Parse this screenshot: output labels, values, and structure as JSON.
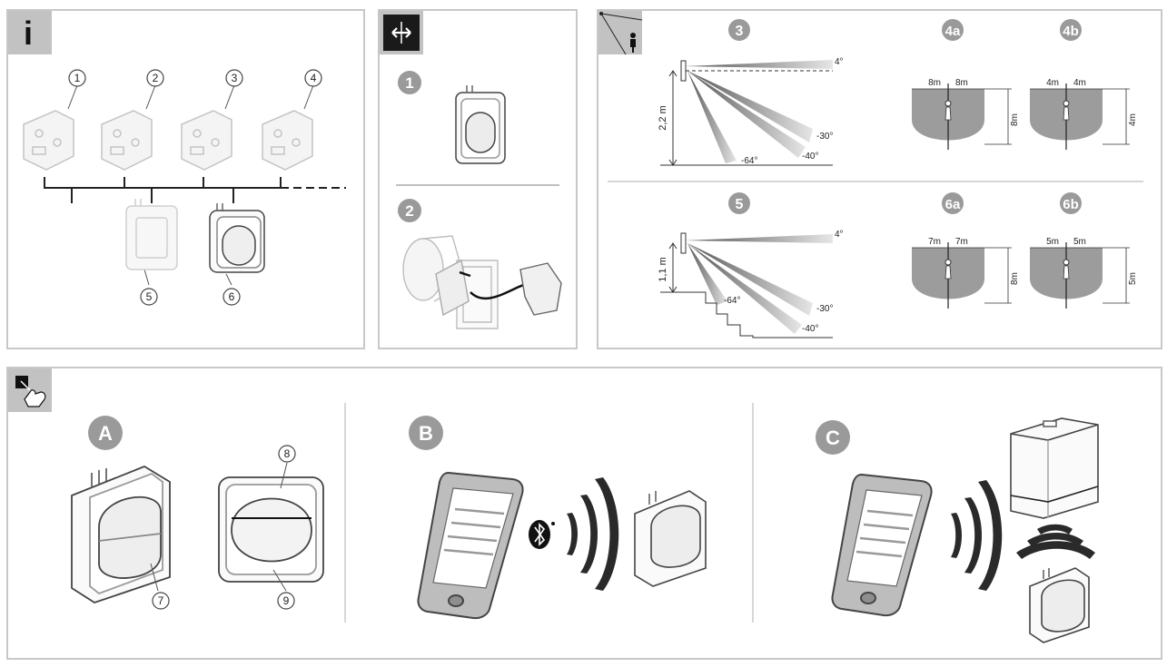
{
  "panel_info": {
    "icon": "info-icon",
    "icon_text": "i",
    "items": [
      "1",
      "2",
      "3",
      "4",
      "5",
      "6"
    ]
  },
  "panel_install": {
    "icon": "double-arrow-icon",
    "steps": [
      "1",
      "2"
    ]
  },
  "panel_detection": {
    "icon": "person-mounting-icon",
    "top": {
      "badge": "3",
      "height_label": "2,2 m",
      "angles": [
        "4°",
        "-30°",
        "-40°",
        "-64°"
      ]
    },
    "bottom": {
      "badge": "5",
      "height_label": "1,1 m",
      "angles": [
        "4°",
        "-30°",
        "-40°",
        "-64°"
      ]
    },
    "zones": [
      {
        "badge": "4a",
        "left": "8m",
        "right": "8m",
        "depth": "8m"
      },
      {
        "badge": "4b",
        "left": "4m",
        "right": "4m",
        "depth": "4m"
      },
      {
        "badge": "6a",
        "left": "7m",
        "right": "7m",
        "depth": "8m"
      },
      {
        "badge": "6b",
        "left": "5m",
        "right": "5m",
        "depth": "5m"
      }
    ]
  },
  "panel_operation": {
    "icon": "hand-pointer-icon",
    "sections": [
      {
        "badge": "A",
        "callouts": [
          "7",
          "8",
          "9"
        ]
      },
      {
        "badge": "B",
        "icon": "bluetooth-icon"
      },
      {
        "badge": "C"
      }
    ]
  }
}
